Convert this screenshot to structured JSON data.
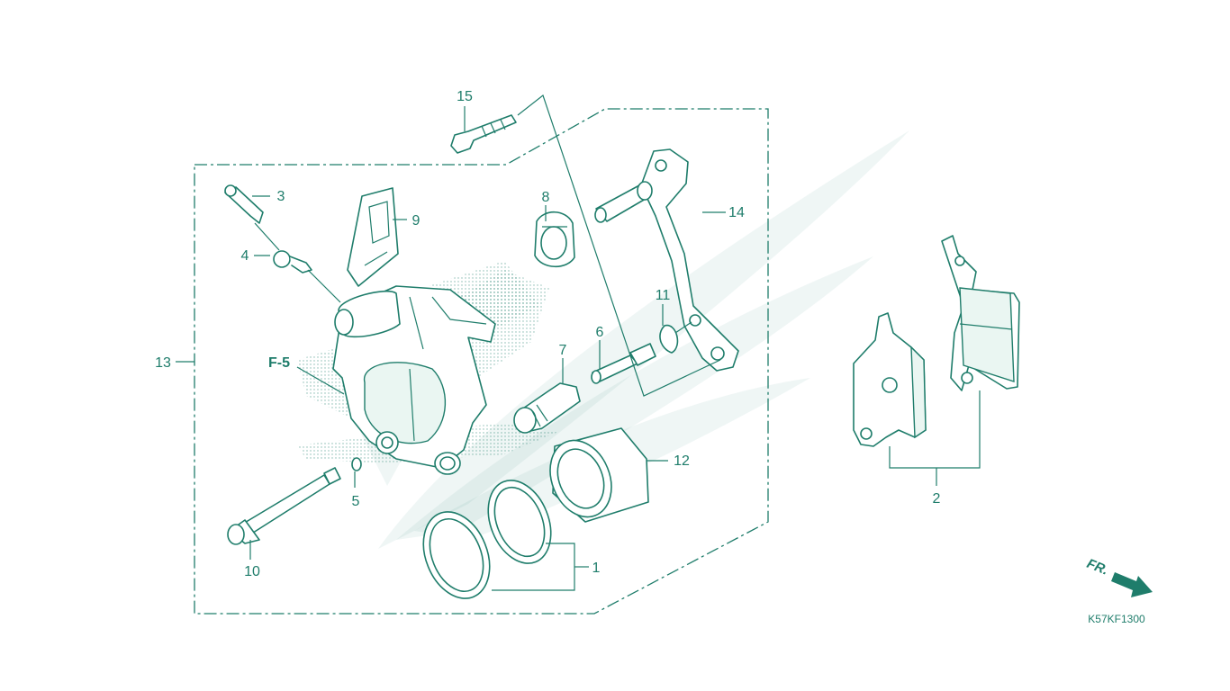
{
  "callouts": {
    "c1": "1",
    "c2": "2",
    "c3": "3",
    "c4": "4",
    "c5": "5",
    "c6": "6",
    "c7": "7",
    "c8": "8",
    "c9": "9",
    "c10": "10",
    "c11": "11",
    "c12": "12",
    "c13": "13",
    "c14": "14",
    "c15": "15"
  },
  "reference_label": "F-5",
  "direction_label": "FR.",
  "diagram_code": "K57KF1300",
  "colors": {
    "line": "#1f7d6b",
    "background": "#ffffff"
  }
}
